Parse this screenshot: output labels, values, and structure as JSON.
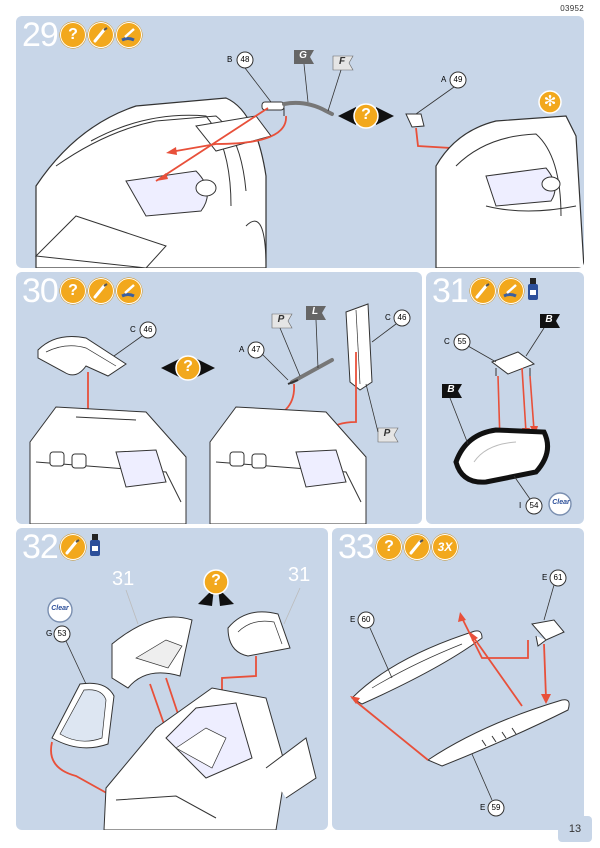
{
  "doc_code": "03952",
  "page_number": "13",
  "steps": [
    {
      "number": "29",
      "symbols": [
        "question-symbol",
        "brush-symbol",
        "paint-symbol"
      ],
      "parts": [
        {
          "letter": "B",
          "number": "48"
        },
        {
          "letter": "A",
          "number": "49"
        }
      ],
      "flags": [
        "G",
        "F"
      ],
      "glue_symbol": "✻",
      "or_symbol": "?"
    },
    {
      "number": "30",
      "symbols": [
        "question-symbol",
        "brush-symbol",
        "paint-symbol"
      ],
      "parts": [
        {
          "letter": "C",
          "number": "46"
        },
        {
          "letter": "A",
          "number": "47"
        },
        {
          "letter": "C",
          "number": "46"
        }
      ],
      "flags": [
        "P",
        "L",
        "P"
      ],
      "or_symbol": "?"
    },
    {
      "number": "31",
      "symbols": [
        "brush-symbol",
        "paint-symbol",
        "bottle-symbol"
      ],
      "parts": [
        {
          "letter": "C",
          "number": "55"
        },
        {
          "letter": "I",
          "number": "54"
        }
      ],
      "flags": [
        "B",
        "B"
      ],
      "clear_label": "Clear"
    },
    {
      "number": "32",
      "symbols": [
        "brush-symbol",
        "bottle-symbol"
      ],
      "parts": [
        {
          "letter": "G",
          "number": "53"
        }
      ],
      "subassembly_refs": [
        "31",
        "31"
      ],
      "clear_label": "Clear",
      "or_symbol": "?"
    },
    {
      "number": "33",
      "symbols": [
        "question-symbol",
        "brush-symbol",
        "3X"
      ],
      "parts": [
        {
          "letter": "E",
          "number": "61"
        },
        {
          "letter": "E",
          "number": "60"
        },
        {
          "letter": "E",
          "number": "59"
        }
      ]
    }
  ]
}
